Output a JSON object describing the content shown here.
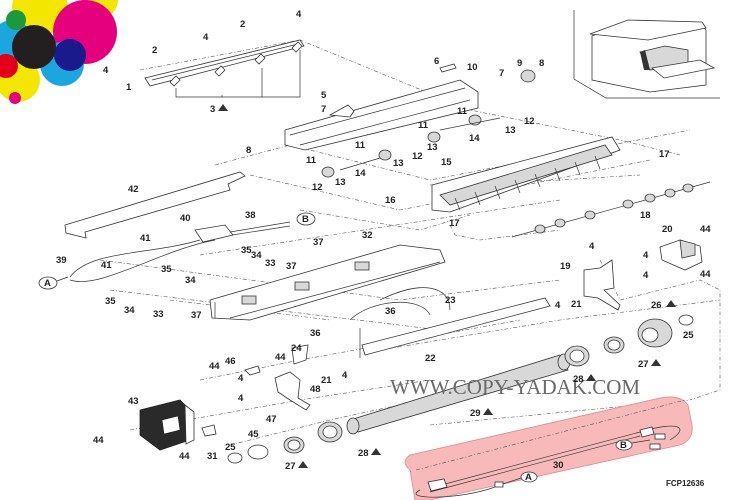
{
  "diagram": {
    "title_code": "FCP12636",
    "watermark": "WWW.COPY-YADAK.COM",
    "logo_colors": {
      "yellow": "#f3e600",
      "magenta": "#e5007e",
      "cyan": "#1ba6e0",
      "black": "#231f20",
      "navy": "#1a1a8c",
      "green": "#1a9a3a",
      "red": "#e2001a"
    },
    "highlight_color": "#f7b9b9",
    "connectors": {
      "a": "A",
      "b": "B"
    },
    "labels": {
      "l1": "1",
      "l2a": "2",
      "l2b": "2",
      "l2c": "2",
      "l3": "3",
      "l4a": "4",
      "l4b": "4",
      "l4c": "4",
      "l5": "5",
      "l6": "6",
      "l7a": "7",
      "l7b": "7",
      "l8a": "8",
      "l8b": "8",
      "l9": "9",
      "l10": "10",
      "l11a": "11",
      "l11b": "11",
      "l11c": "11",
      "l11d": "11",
      "l12a": "12",
      "l12b": "12",
      "l12c": "12",
      "l13a": "13",
      "l13b": "13",
      "l13c": "13",
      "l13d": "13",
      "l14a": "14",
      "l14b": "14",
      "l15": "15",
      "l16": "16",
      "l17a": "17",
      "l17b": "17",
      "l18": "18",
      "l19": "19",
      "l20": "20",
      "l21a": "21",
      "l21b": "21",
      "l22": "22",
      "l23": "23",
      "l24": "24",
      "l25a": "25",
      "l25b": "25",
      "l26": "26",
      "l27a": "27",
      "l27b": "27",
      "l28a": "28",
      "l28b": "28",
      "l28c": "28",
      "l29": "29",
      "l30": "30",
      "l31": "31",
      "l32": "32",
      "l33a": "33",
      "l33b": "33",
      "l34a": "34",
      "l34b": "34",
      "l34c": "34",
      "l34d": "34",
      "l35a": "35",
      "l35b": "35",
      "l35c": "35",
      "l35d": "35",
      "l36a": "36",
      "l36b": "36",
      "l37a": "37",
      "l37b": "37",
      "l37c": "37",
      "l37d": "37",
      "l38": "38",
      "l39": "39",
      "l40": "40",
      "l41a": "41",
      "l41b": "41",
      "l42": "42",
      "l43": "43",
      "l44a": "44",
      "l44b": "44",
      "l44c": "44",
      "l44d": "44",
      "l44e": "44",
      "l44f": "44",
      "l44g": "44",
      "l45": "45",
      "l46": "46",
      "l47": "47",
      "l48": "48",
      "l4d": "4",
      "l4e": "4",
      "l4f": "4",
      "l4g": "4",
      "l4h": "4",
      "l4i": "4",
      "l4j": "4",
      "l4k": "4"
    }
  }
}
